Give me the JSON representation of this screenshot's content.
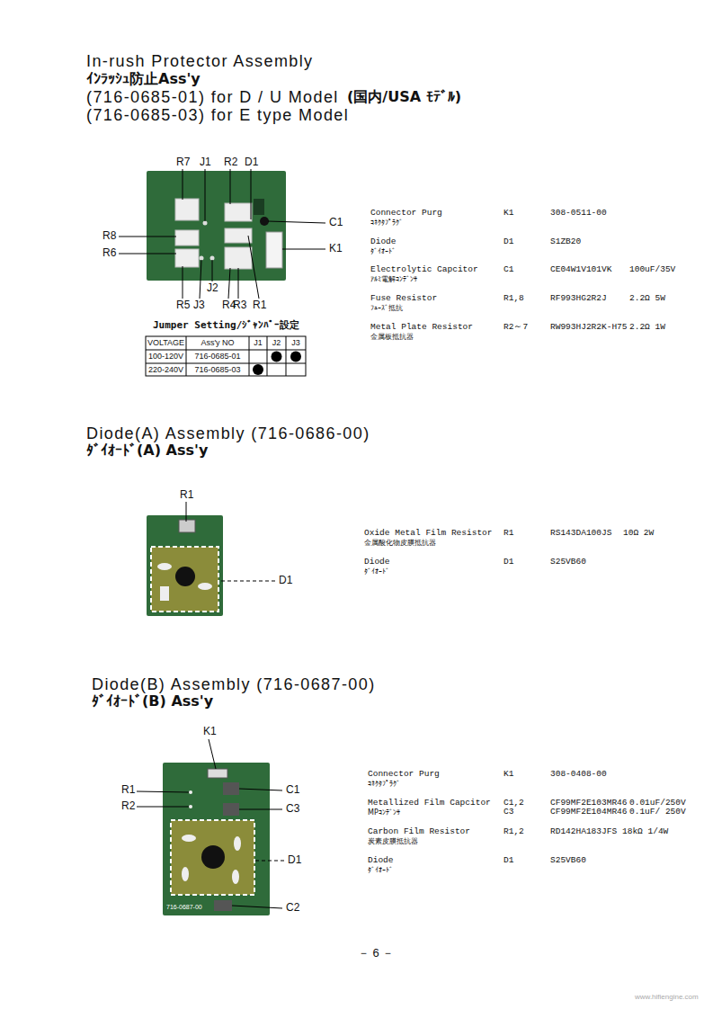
{
  "diagram": {
    "title": "In-rush Protector Assembly",
    "labels": [
      "ｲﾝﾗｯｼｭ防止Ass'y",
      "(716-0685-01) for D / U Model",
      "(国内/USA ﾓﾃﾞﾙ)",
      "(716-0685-03) for E type Model",
      "R7",
      "J1",
      "R2",
      "D1",
      "C1",
      "K1",
      "R8",
      "R6",
      "J2",
      "R5",
      "J3",
      "R4",
      "R3",
      "R1",
      "Jumper Setting/ｼﾞｬﾝﾊﾟｰ設定",
      "VOLTAGE",
      "Ass'y NO",
      "J1",
      "J2",
      "J3",
      "100-120V",
      "716-0685-01",
      "220-240V",
      "716-0685-03",
      "Connector Purg",
      "ｺﾈｸﾀﾌﾟﾗｸﾞ",
      "K1",
      "308-0511-00",
      "Diode",
      "ﾀﾞｲｵｰﾄﾞ",
      "D1",
      "S1ZB20",
      "Electrolytic Capcitor",
      "ｱﾙﾐ電解ｺﾝﾃﾞﾝｻ",
      "C1",
      "CE04W1V101VK",
      "100uF/35V",
      "Fuse Resistor",
      "ﾌｭｰｽﾞ抵抗",
      "R1,8",
      "RF993HG2R2J",
      "2.2Ω 5W",
      "Metal Plate Resistor",
      "金属板抵抗器",
      "R2～7",
      "RW993HJ2R2K-H75",
      "2.2Ω 1W",
      "Diode(A) Assembly (716-0686-00)",
      "ﾀﾞｲｵｰﾄﾞ(A) Ass'y",
      "R1",
      "D1",
      "Oxide Metal Film Resistor",
      "金属酸化物皮膜抵抗器",
      "R1",
      "RS143DA100JS",
      "10Ω 2W",
      "Diode",
      "ﾀﾞｲｵｰﾄﾞ",
      "D1",
      "S25VB60",
      "Diode(B) Assembly (716-0687-00)",
      "ﾀﾞｲｵｰﾄﾞ(B) Ass'y",
      "K1",
      "R1",
      "R2",
      "C1",
      "C3",
      "D1",
      "C2",
      "Connector Purg",
      "ｺﾈｸﾀﾌﾟﾗｸﾞ",
      "K1",
      "308-0408-00",
      "Metallized Film Capcitor",
      "MPｺﾝﾃﾞﾝｻ",
      "C1,2",
      "C3",
      "CF99MF2E103MR46",
      "CF99MF2E104MR46",
      "0.01uF/250V",
      "0.1uF/ 250V",
      "Carbon Film Resistor",
      "炭素皮膜抵抗器",
      "R1,2",
      "RD142HA183JFS",
      "18kΩ 1/4W",
      "Diode",
      "ﾀﾞｲｵｰﾄﾞ",
      "D1",
      "S25VB60",
      "－ 6 －",
      "www.hifiengine.com",
      "716-0687-00"
    ]
  }
}
